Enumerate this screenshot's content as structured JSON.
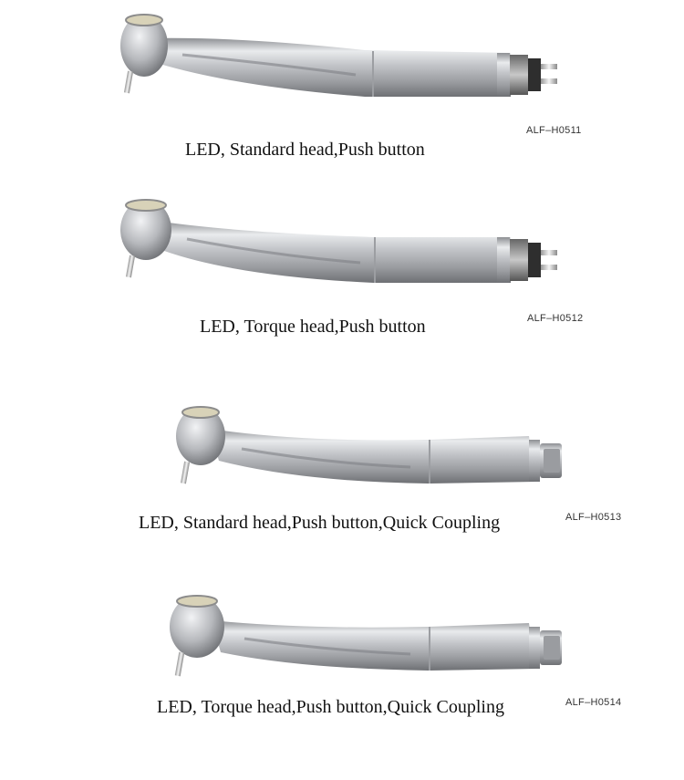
{
  "products": [
    {
      "caption": "LED,  Standard head,Push button",
      "code": "ALF–H0511",
      "head": "standard",
      "connector": "4-hole"
    },
    {
      "caption": "LED,  Torque head,Push button",
      "code": "ALF–H0512",
      "head": "torque",
      "connector": "4-hole"
    },
    {
      "caption": "LED,  Standard head,Push button,Quick Coupling",
      "code": "ALF–H0513",
      "head": "standard",
      "connector": "quick-coupling"
    },
    {
      "caption": "LED,  Torque head,Push button,Quick Coupling",
      "code": "ALF–H0514",
      "head": "torque",
      "connector": "quick-coupling"
    }
  ],
  "colors": {
    "metal_dark": "#7a7c80",
    "metal_mid": "#b9bbbf",
    "metal_light": "#eef0f2",
    "background": "#ffffff"
  }
}
